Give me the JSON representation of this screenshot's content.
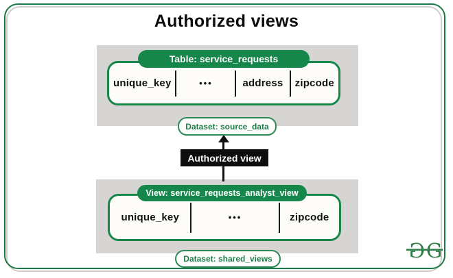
{
  "title": "Authorized views",
  "colors": {
    "entity_green": "#16874b",
    "frame_green": "#1c7a46",
    "panel_gray": "#d6d5d3",
    "arrow_black": "#0d0d0d",
    "dataset_text_green": "#1e7b4a",
    "logo_green": "#2e7d46"
  },
  "source": {
    "entity_label": "Table: service_requests",
    "columns": [
      "unique_key",
      "•••",
      "address",
      "zipcode"
    ],
    "dataset_label": "Dataset: source_data"
  },
  "relation": {
    "arrow_label": "Authorized view"
  },
  "shared": {
    "entity_label": "View: service_requests_analyst_view",
    "columns": [
      "unique_key",
      "•••",
      "zipcode"
    ],
    "dataset_label": "Dataset: shared_views"
  },
  "logo": {
    "name": "geeksforgeeks-logo",
    "glyph": "G"
  }
}
